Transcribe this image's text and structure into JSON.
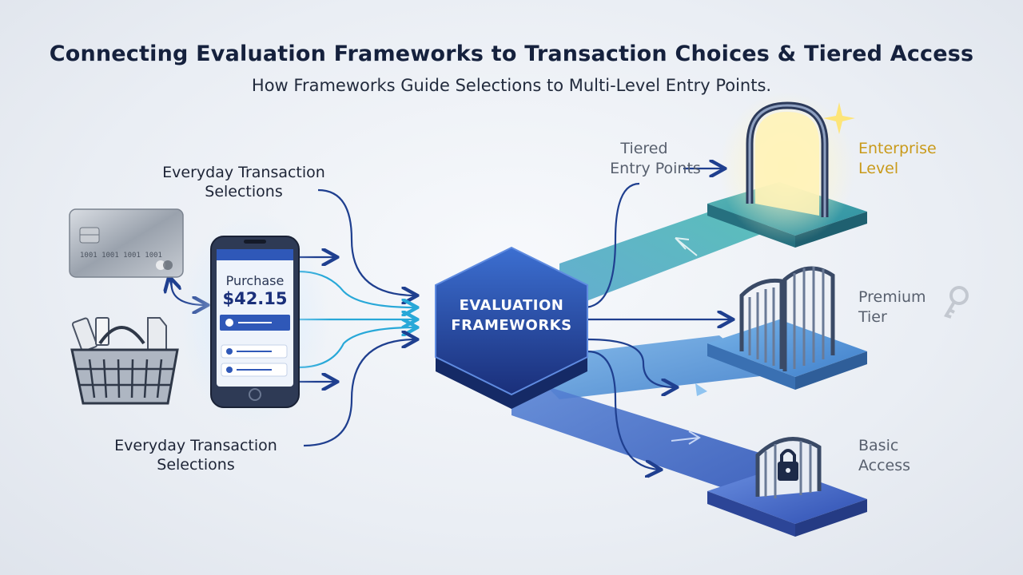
{
  "header": {
    "title": "Connecting Evaluation Frameworks to Transaction Choices & Tiered Access",
    "subtitle": "How Frameworks Guide Selections to Multi-Level Entry Points."
  },
  "left": {
    "top_label_line1": "Everyday Transaction",
    "top_label_line2": "Selections",
    "bottom_label_line1": "Everyday Transaction",
    "bottom_label_line2": "Selections",
    "card_number_text": "1001 1001 1001 1001"
  },
  "phone": {
    "purchase_label": "Purchase",
    "amount": "$42.15"
  },
  "center": {
    "line1": "EVALUATION",
    "line2": "FRAMEWORKS"
  },
  "right": {
    "entry_label_line1": "Tiered",
    "entry_label_line2": "Entry Points",
    "tiers": [
      {
        "line1": "Enterprise",
        "line2": "Level",
        "color": "#c99a1a"
      },
      {
        "line1": "Premium",
        "line2": "Tier",
        "color": "#58606e"
      },
      {
        "line1": "Basic",
        "line2": "Access",
        "color": "#58606e"
      }
    ]
  },
  "colors": {
    "navy": "#1f3f8f",
    "teal": "#3aa7b8",
    "cyan": "#28a8d8",
    "gold": "#c99a1a"
  }
}
